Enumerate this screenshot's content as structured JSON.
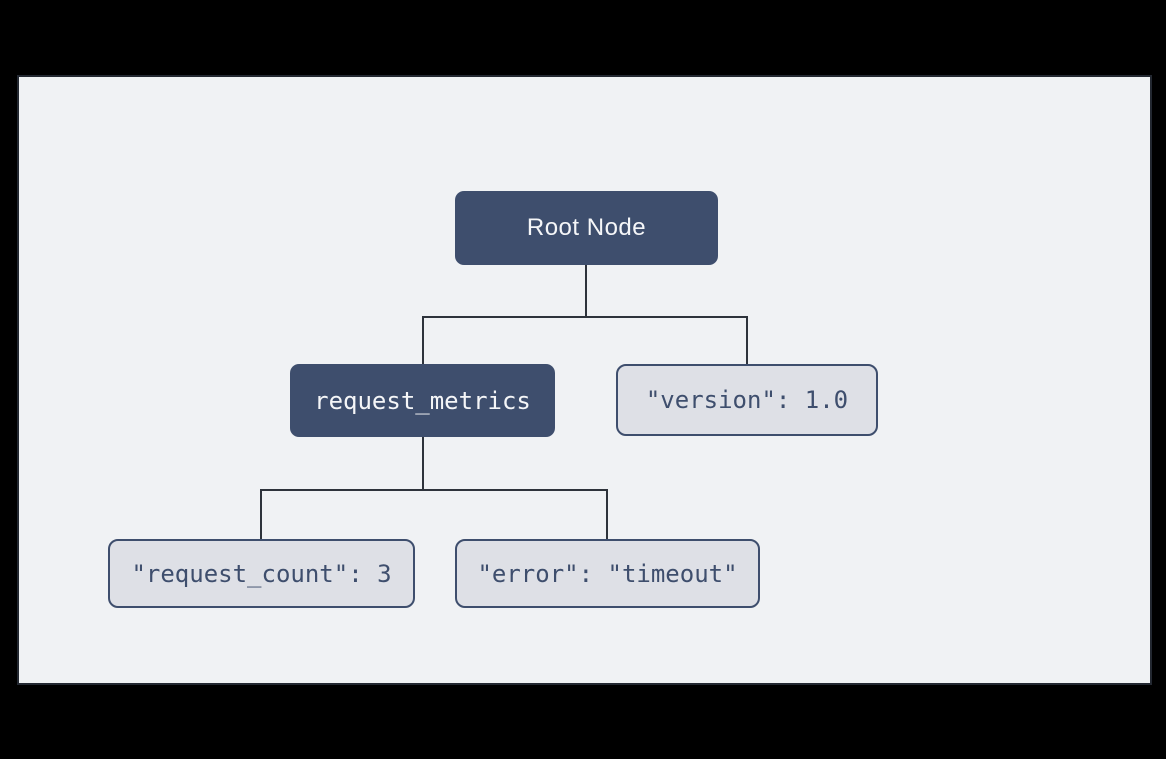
{
  "tree": {
    "root": {
      "label": "Root Node",
      "type": "branch",
      "children": [
        {
          "label": "request_metrics",
          "type": "branch",
          "children": [
            {
              "label": "\"request_count\": 3",
              "type": "leaf"
            },
            {
              "label": "\"error\": \"timeout\"",
              "type": "leaf"
            }
          ]
        },
        {
          "label": "\"version\": 1.0",
          "type": "leaf"
        }
      ]
    }
  },
  "colors": {
    "canvas_background": "#000000",
    "panel_background": "#F0F2F4",
    "panel_border": "#232831",
    "branch_node_fill": "#3E4E6D",
    "branch_node_text": "#F5F6F8",
    "leaf_node_fill": "#DEE0E6",
    "leaf_node_border": "#3E4E6D",
    "leaf_node_text": "#3E4E6D",
    "connector": "#2E333B"
  }
}
